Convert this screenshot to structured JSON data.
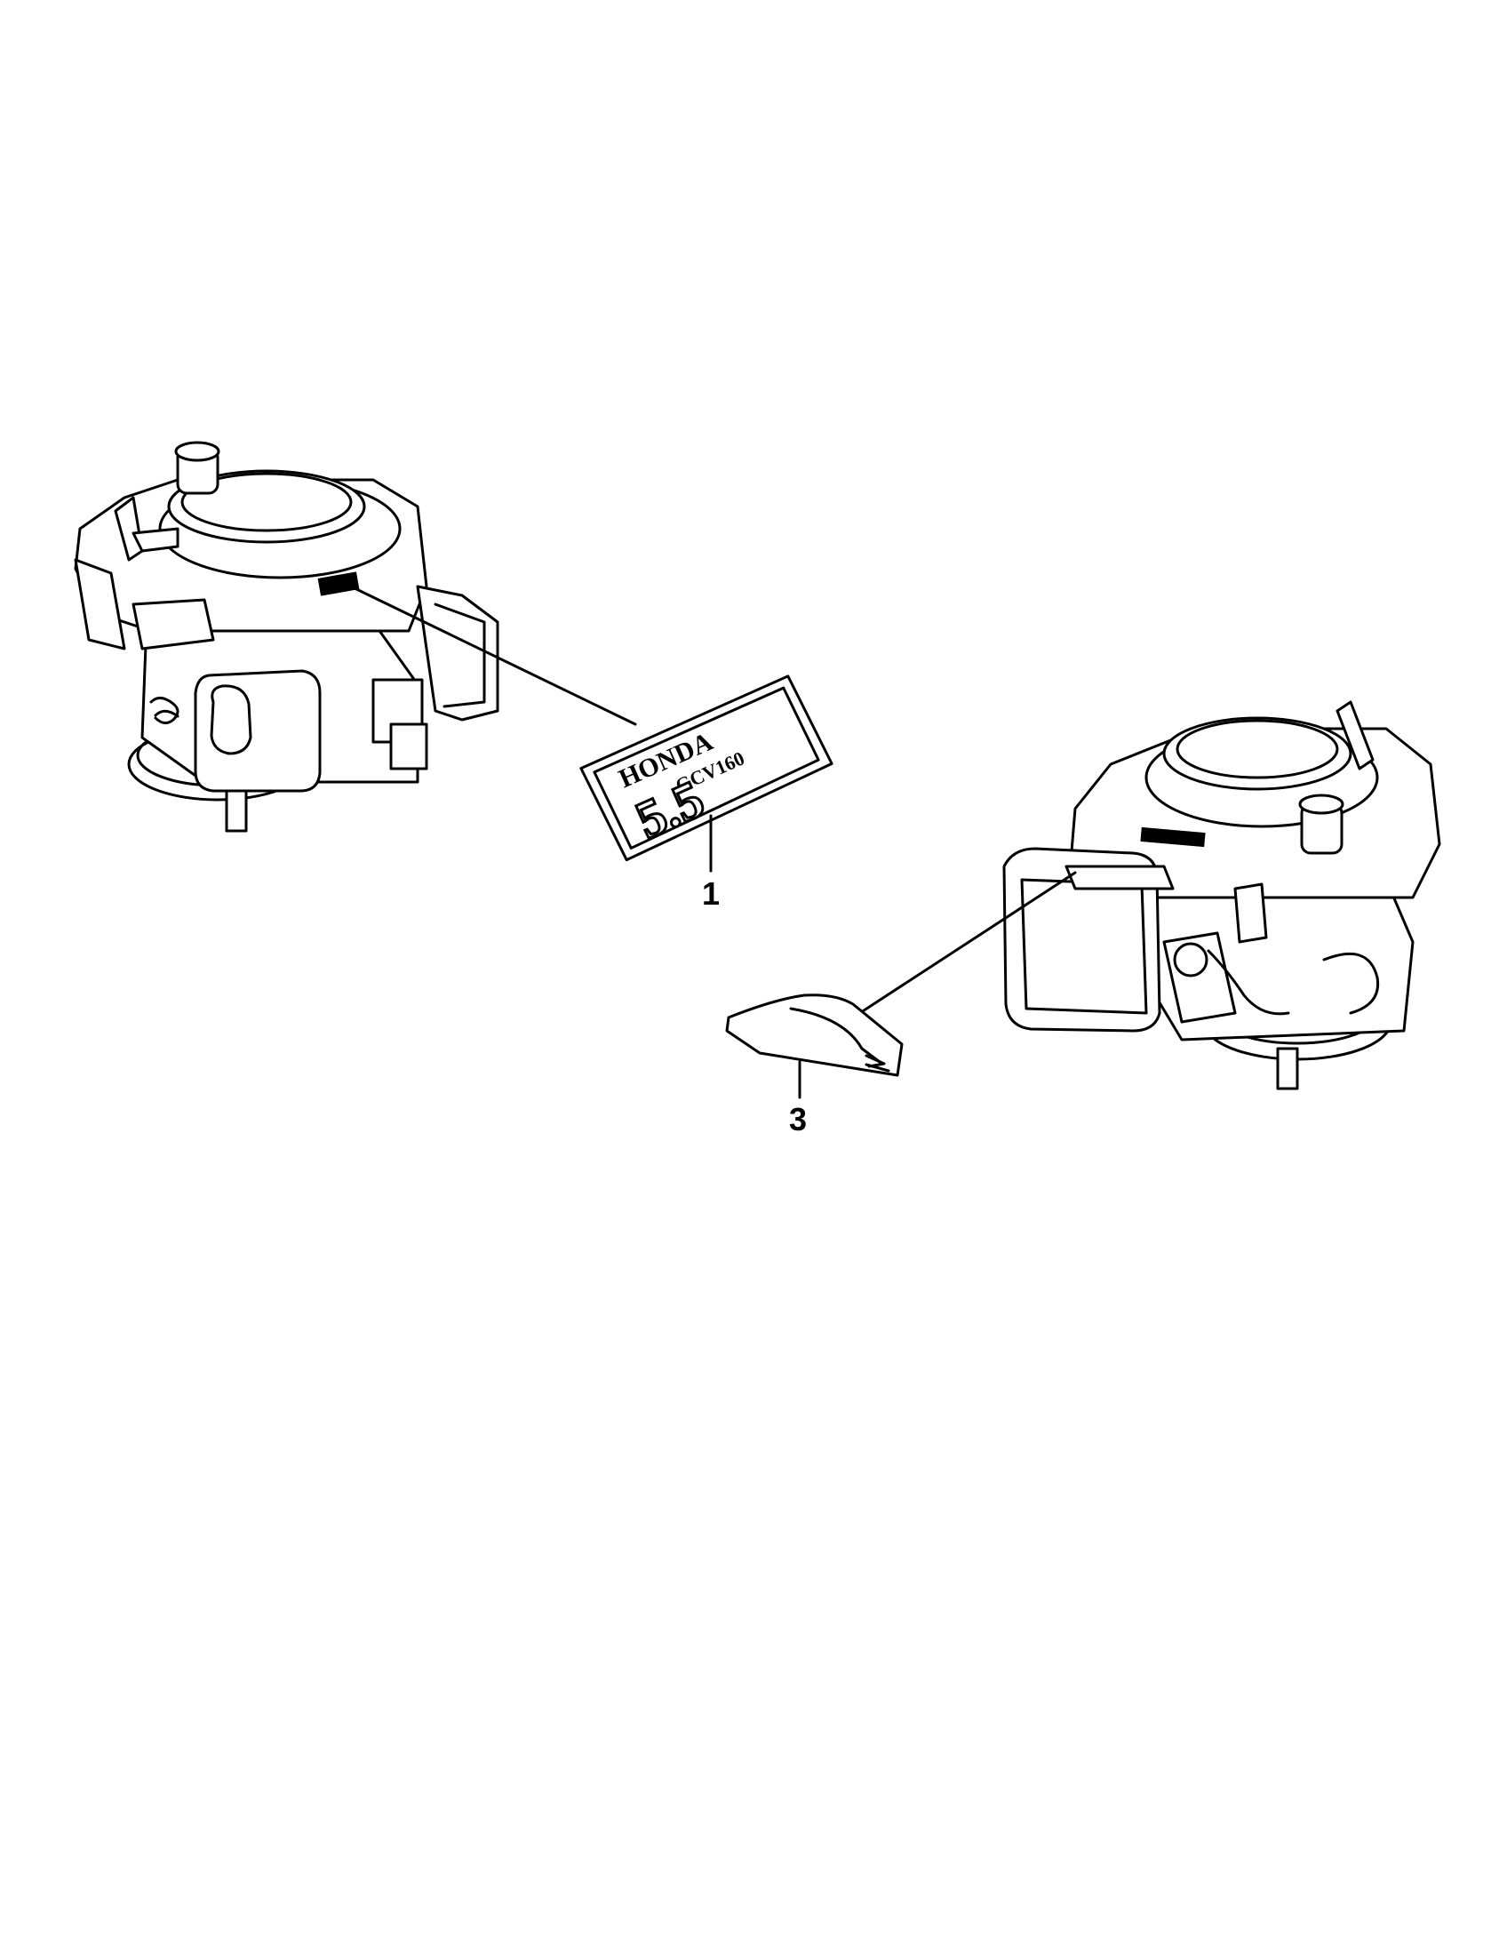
{
  "callouts": {
    "c1": "1",
    "c3": "3"
  },
  "decal": {
    "brand": "HONDA",
    "model": "GCV160",
    "rating": "5.5"
  },
  "icons": [
    "engine-left-icon",
    "engine-right-icon",
    "decal-nameplate-icon",
    "decal-arrow-icon"
  ]
}
